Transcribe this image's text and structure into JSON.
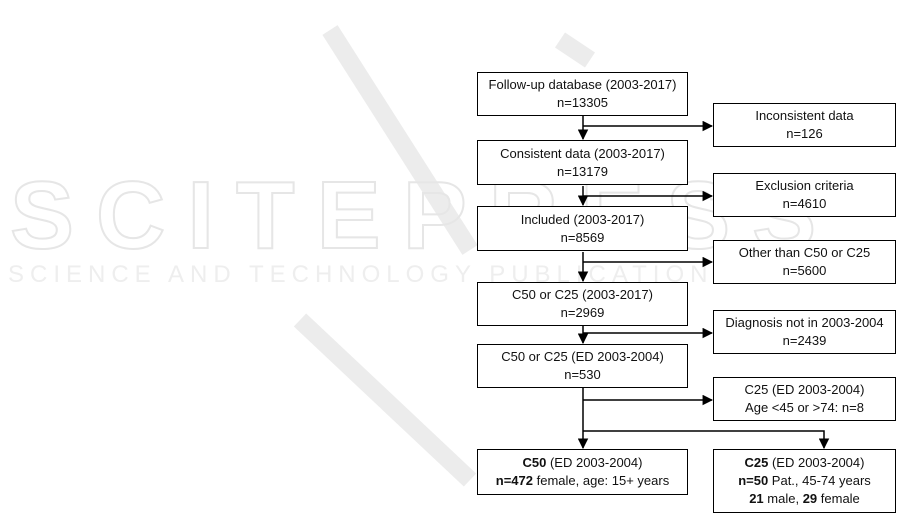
{
  "watermark": {
    "big": "SCITEPRESS",
    "small": "SCIENCE AND TECHNOLOGY PUBLICATIONS"
  },
  "flow": {
    "main": [
      {
        "line1": "Follow-up database (2003-2017)",
        "line2": "n=13305"
      },
      {
        "line1": "Consistent data (2003-2017)",
        "line2": "n=13179"
      },
      {
        "line1": "Included (2003-2017)",
        "line2": "n=8569"
      },
      {
        "line1": "C50 or C25 (2003-2017)",
        "line2": "n=2969"
      },
      {
        "line1": "C50 or C25 (ED 2003-2004)",
        "line2": "n=530"
      }
    ],
    "excluded": [
      {
        "line1": "Inconsistent data",
        "line2": "n=126"
      },
      {
        "line1": "Exclusion criteria",
        "line2": "n=4610"
      },
      {
        "line1": "Other than C50 or C25",
        "line2": "n=5600"
      },
      {
        "line1": "Diagnosis not in 2003-2004",
        "line2": "n=2439"
      },
      {
        "line1": "C25 (ED 2003-2004)",
        "line2": "Age <45 or >74: n=8"
      }
    ],
    "final_c50": {
      "code": "C50",
      "period": " (ED 2003-2004)",
      "n": "n=472",
      "desc": " female, age: 15+ years"
    },
    "final_c25": {
      "code": "C25",
      "period": " (ED 2003-2004)",
      "n": "n=50",
      "desc": " Pat., 45-74 years",
      "male_n": "21",
      "male_label": " male, ",
      "female_n": "29",
      "female_label": " female"
    }
  }
}
